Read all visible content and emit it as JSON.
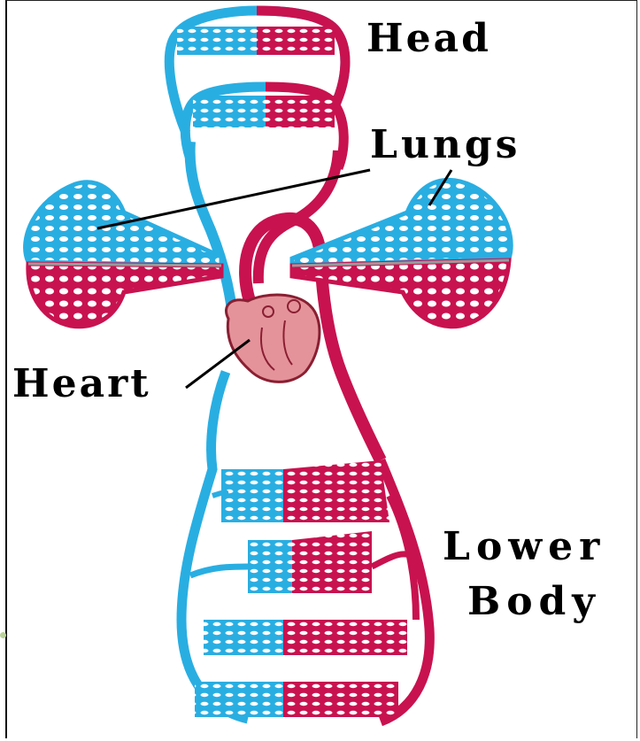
{
  "labels": {
    "head": "Head",
    "lungs": "Lungs",
    "heart": "Heart",
    "lower": "Lower",
    "body": "Body"
  },
  "colors": {
    "oxygen_poor": "#29aee2",
    "oxygen_rich": "#c8124f",
    "heart": "#e5939b",
    "heart_outline": "#8a1f32",
    "leader_line": "#000000"
  }
}
